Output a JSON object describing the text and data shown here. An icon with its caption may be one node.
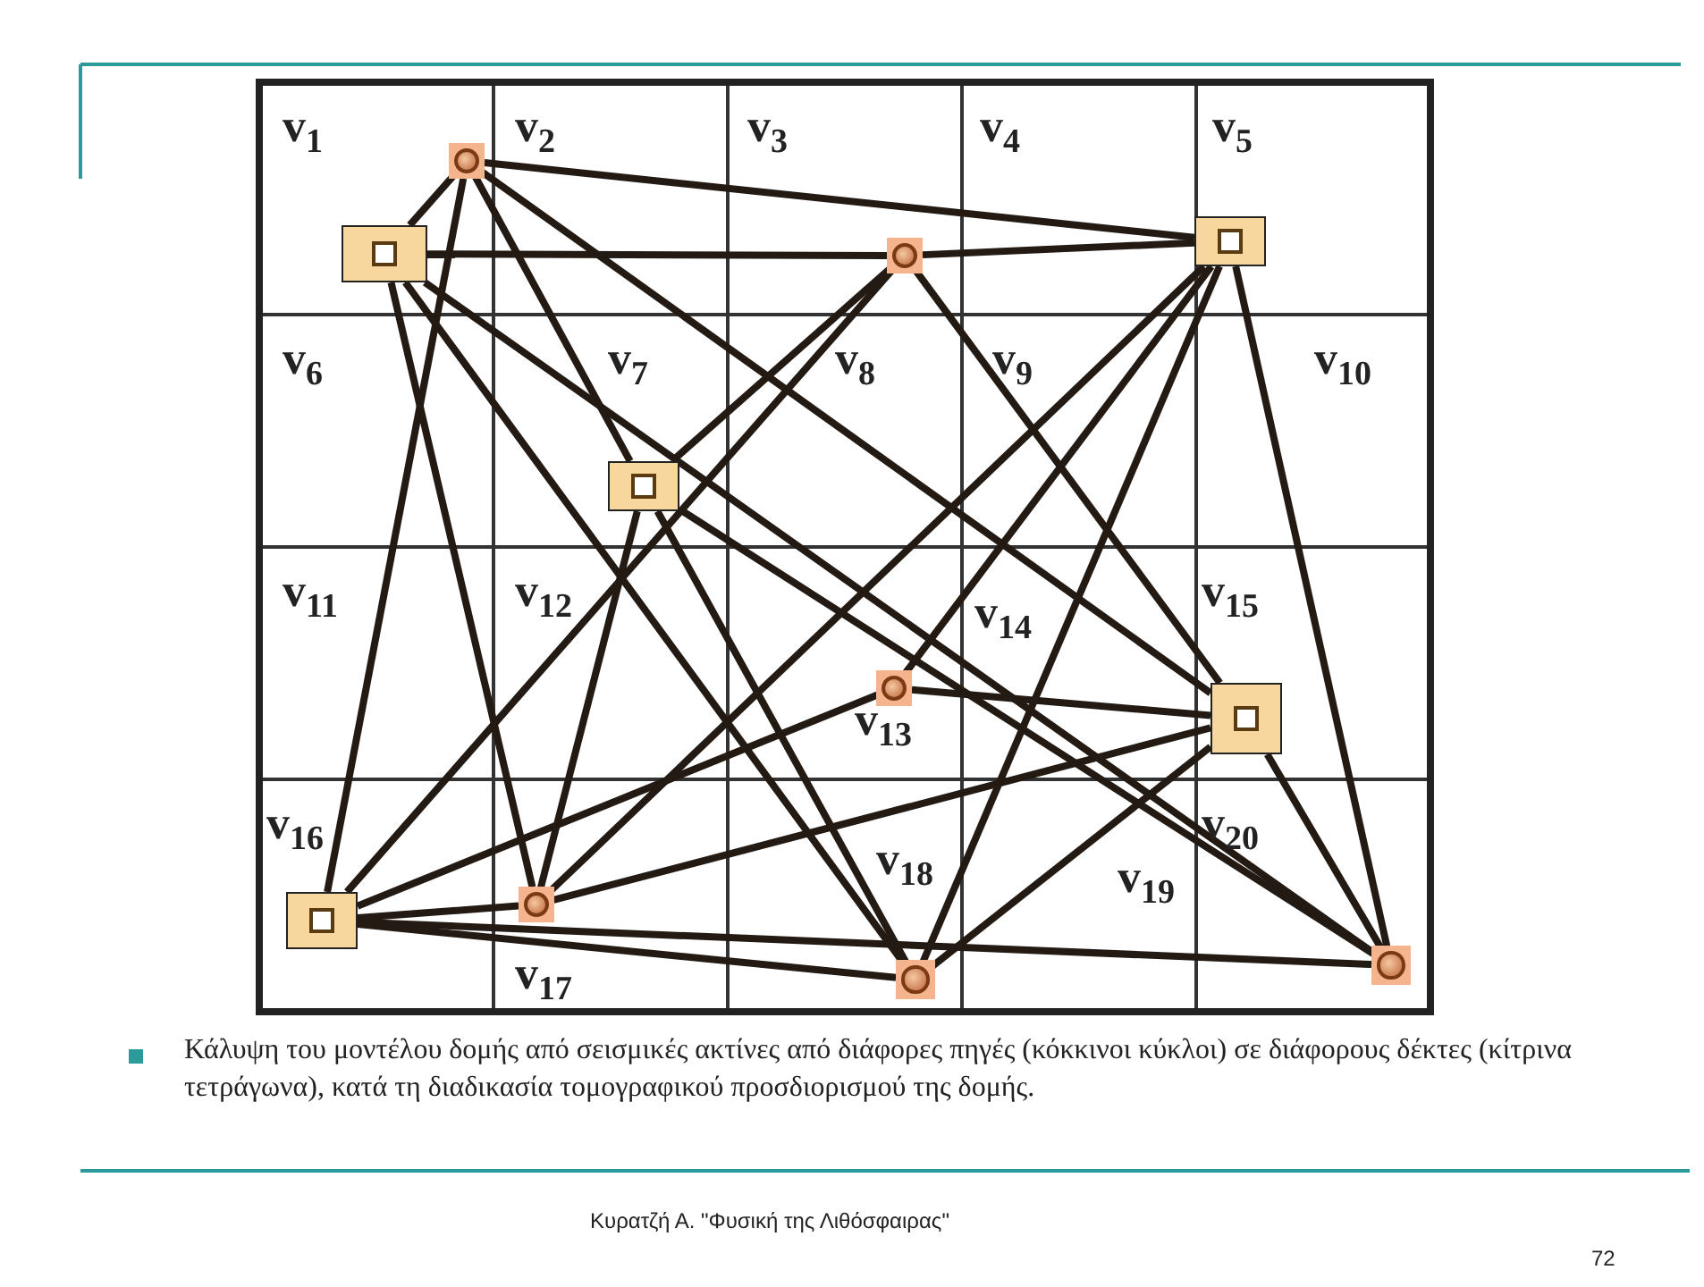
{
  "diagram": {
    "caption": "Κάλυψη του μοντέλου δομής από σεισμικές ακτίνες από διάφορες πηγές (κόκκινοι κύκλοι) σε διάφορους δέκτες (κίτρινα τετράγωνα), κατά τη διαδικασία τομογραφικού προσδιορισμού της δομής.",
    "nodes": [
      {
        "text": [],
        "shape": "circle"
      },
      {
        "text": [],
        "shape": "box"
      },
      {
        "text": [],
        "shape": "circle"
      },
      {
        "text": [],
        "shape": "box"
      },
      {
        "text": [],
        "shape": "box"
      },
      {
        "text": [],
        "shape": "circle"
      },
      {
        "text": [],
        "shape": "box"
      },
      {
        "text": [],
        "shape": "box"
      },
      {
        "text": [],
        "shape": "circle"
      },
      {
        "text": [],
        "shape": "circle"
      },
      {
        "text": [],
        "shape": "circle"
      }
    ],
    "edges": [
      {
        "from": 0,
        "to": 1,
        "arrow": "none"
      },
      {
        "from": 0,
        "to": 3,
        "arrow": "none"
      },
      {
        "from": 0,
        "to": 4,
        "arrow": "none"
      },
      {
        "from": 0,
        "to": 6,
        "arrow": "none"
      },
      {
        "from": 0,
        "to": 7,
        "arrow": "none"
      },
      {
        "from": 2,
        "to": 1,
        "arrow": "none"
      },
      {
        "from": 2,
        "to": 3,
        "arrow": "none"
      },
      {
        "from": 2,
        "to": 4,
        "arrow": "none"
      },
      {
        "from": 2,
        "to": 6,
        "arrow": "none"
      },
      {
        "from": 2,
        "to": 7,
        "arrow": "none"
      },
      {
        "from": 5,
        "to": 3,
        "arrow": "none"
      },
      {
        "from": 5,
        "to": 6,
        "arrow": "none"
      },
      {
        "from": 5,
        "to": 7,
        "arrow": "none"
      },
      {
        "from": 8,
        "to": 1,
        "arrow": "none"
      },
      {
        "from": 8,
        "to": 3,
        "arrow": "none"
      },
      {
        "from": 8,
        "to": 4,
        "arrow": "none"
      },
      {
        "from": 8,
        "to": 6,
        "arrow": "none"
      },
      {
        "from": 8,
        "to": 7,
        "arrow": "none"
      },
      {
        "from": 9,
        "to": 1,
        "arrow": "none"
      },
      {
        "from": 9,
        "to": 3,
        "arrow": "none"
      },
      {
        "from": 9,
        "to": 4,
        "arrow": "none"
      },
      {
        "from": 9,
        "to": 6,
        "arrow": "none"
      },
      {
        "from": 9,
        "to": 7,
        "arrow": "none"
      },
      {
        "from": 10,
        "to": 1,
        "arrow": "none"
      },
      {
        "from": 10,
        "to": 3,
        "arrow": "none"
      },
      {
        "from": 10,
        "to": 4,
        "arrow": "none"
      },
      {
        "from": 10,
        "to": 6,
        "arrow": "none"
      },
      {
        "from": 10,
        "to": 7,
        "arrow": "none"
      }
    ],
    "labels": [
      "v$_{1}$",
      "v$_{2}$",
      "v$_{3}$",
      "v$_{4}$",
      "v$_{5}$",
      "v$_{6}$",
      "v$_{7}$",
      "v$_{8}$",
      "v$_{9}$",
      "v$_{10}$",
      "v$_{11}$",
      "v$_{12}$",
      "v$_{14}$",
      "v$_{15}$",
      "v$_{13}$",
      "v$_{16}$",
      "v$_{20}$",
      "v$_{18}$",
      "v$_{19}$",
      "v$_{17}$",
      "Κυρατζή Α. \"Φυσική της Λιθόσφαιρας\"",
      "72"
    ]
  }
}
